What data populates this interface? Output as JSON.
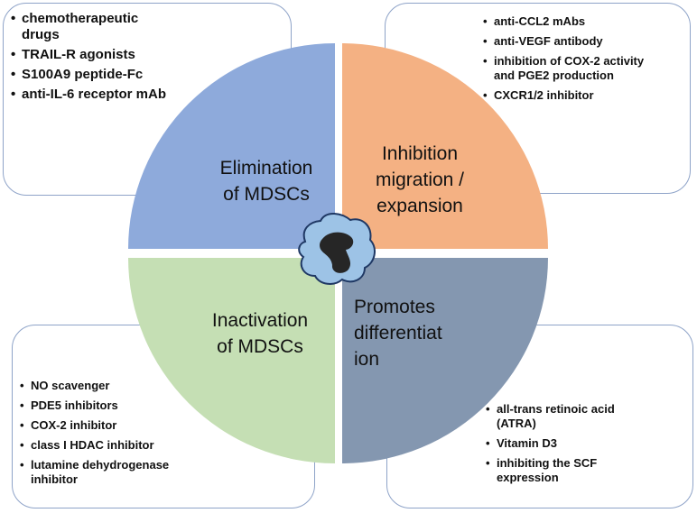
{
  "quadrants": {
    "top_left": {
      "label": "Elimination\nof MDSCs",
      "color": "#8eaadb",
      "items": [
        "chemotherapeutic\ndrugs",
        "TRAIL-R agonists",
        "S100A9 peptide-Fc",
        "anti-IL-6 receptor mAb"
      ]
    },
    "top_right": {
      "label": "Inhibition\nmigration /\nexpansion",
      "color": "#f4b183",
      "items": [
        "anti-CCL2 mAbs",
        "anti-VEGF antibody",
        "inhibition of COX-2 activity\nand PGE2 production",
        "CXCR1/2 inhibitor"
      ]
    },
    "bottom_left": {
      "label": "Inactivation\nof MDSCs",
      "color": "#c5dfb4",
      "items": [
        "NO scavenger",
        "PDE5 inhibitors",
        "COX-2 inhibitor",
        "class I HDAC inhibitor",
        "lutamine dehydrogenase\ninhibitor"
      ]
    },
    "bottom_right": {
      "label": "Promotes\ndifferentiat\nion",
      "color": "#8497b0",
      "items": [
        "all-trans retinoic acid\n(ATRA)",
        "Vitamin D3",
        "inhibiting the SCF\nexpression"
      ]
    }
  },
  "cell_icon": "mdsc-cell-icon",
  "cell_colors": {
    "membrane": "#9dc3e6",
    "nucleus": "#262626",
    "outline": "#1f3864"
  },
  "box_border_color": "#8ea3c8"
}
